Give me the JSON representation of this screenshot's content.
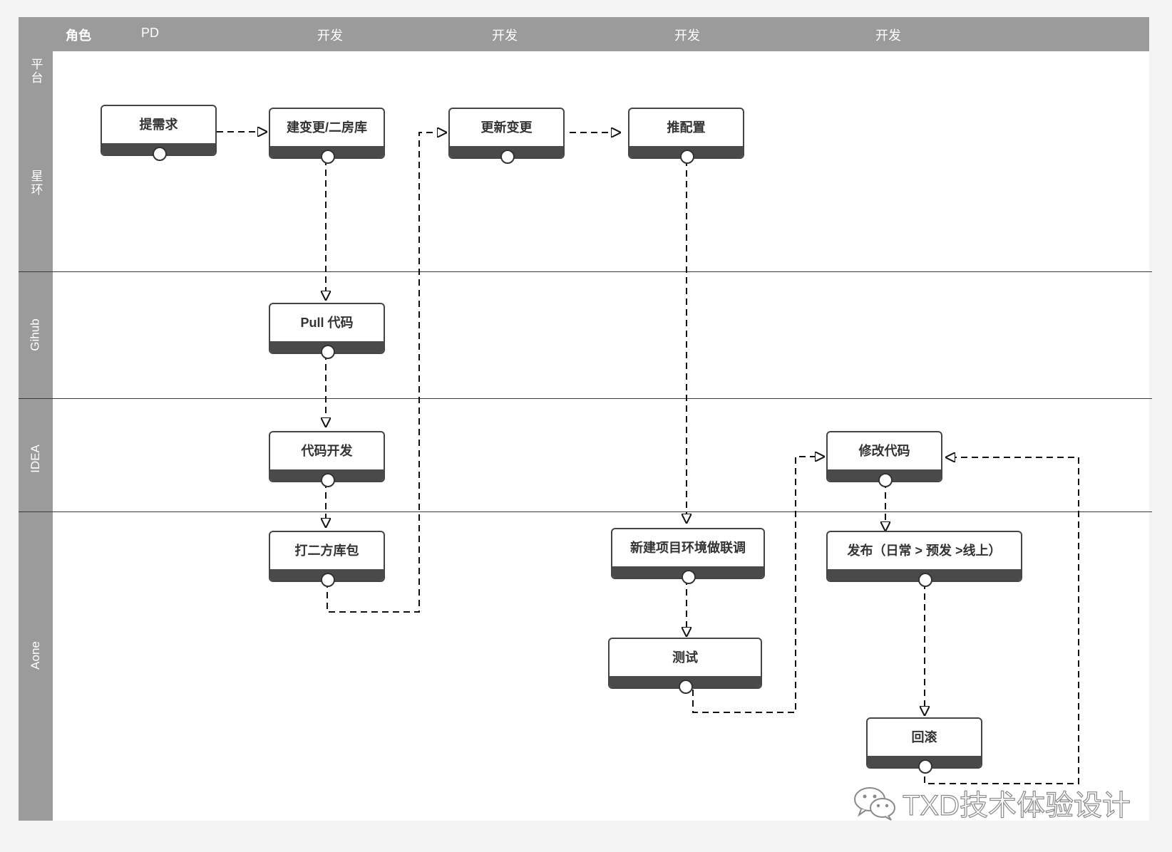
{
  "header": {
    "role_label": "角色",
    "columns": [
      "PD",
      "开发",
      "开发",
      "开发",
      "开发"
    ]
  },
  "lanes": [
    {
      "id": "platform",
      "label": "平台"
    },
    {
      "id": "xinghuan",
      "label": "星环"
    },
    {
      "id": "github",
      "label": "Gihub"
    },
    {
      "id": "idea",
      "label": "IDEA"
    },
    {
      "id": "aone",
      "label": "Aone"
    }
  ],
  "nodes": {
    "n1": "提需求",
    "n2": "建变更/二房库",
    "n3": "更新变更",
    "n4": "推配置",
    "n5": "Pull 代码",
    "n6": "代码开发",
    "n7": "打二方库包",
    "n8": "新建项目环境做联调",
    "n9": "测试",
    "n10": "修改代码",
    "n11": "发布（日常 > 预发 >线上）",
    "n12": "回滚"
  },
  "edges": [
    {
      "from": "n1",
      "to": "n2"
    },
    {
      "from": "n2",
      "to": "n5"
    },
    {
      "from": "n5",
      "to": "n6"
    },
    {
      "from": "n6",
      "to": "n7"
    },
    {
      "from": "n7",
      "to": "n3"
    },
    {
      "from": "n3",
      "to": "n4"
    },
    {
      "from": "n4",
      "to": "n8"
    },
    {
      "from": "n8",
      "to": "n9"
    },
    {
      "from": "n9",
      "to": "n10"
    },
    {
      "from": "n10",
      "to": "n11"
    },
    {
      "from": "n11",
      "to": "n12"
    },
    {
      "from": "n12",
      "to": "n10"
    }
  ],
  "watermark": {
    "text": "TXD技术体验设计",
    "icon": "wechat-icon"
  }
}
